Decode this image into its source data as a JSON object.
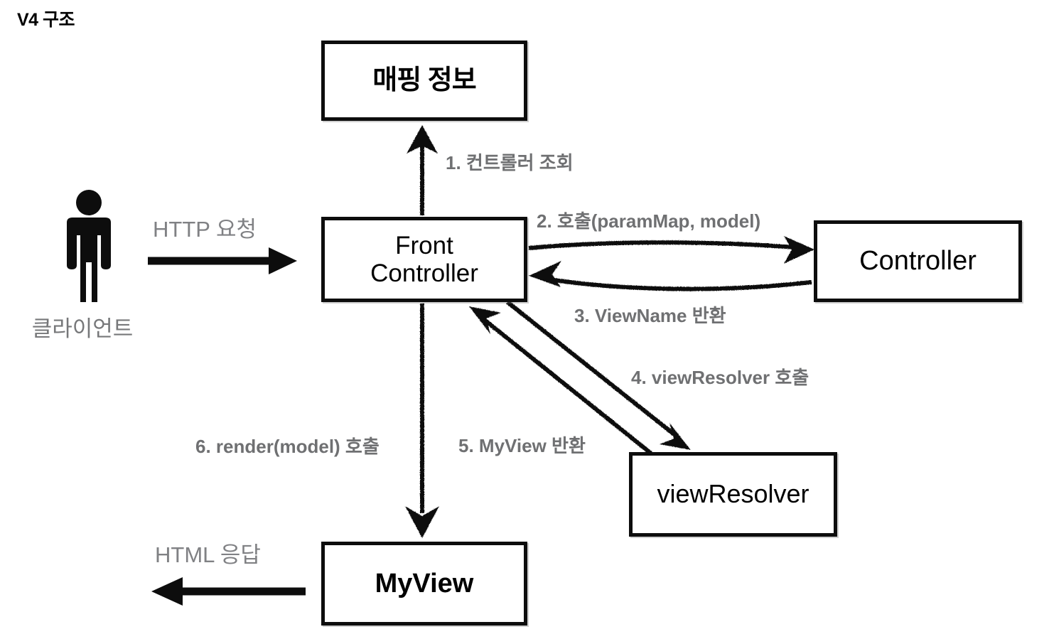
{
  "title": "V4 구조",
  "nodes": {
    "mapping": "매핑 정보",
    "front_controller": "Front\nController",
    "controller": "Controller",
    "view_resolver": "viewResolver",
    "my_view": "MyView"
  },
  "actor": {
    "label": "클라이언트",
    "icon": "person-icon"
  },
  "edges": {
    "http_request": "HTTP 요청",
    "step1": "1. 컨트롤러 조회",
    "step2": "2. 호출(paramMap, model)",
    "step3": "3. ViewName 반환",
    "step4": "4. viewResolver 호출",
    "step5": "5. MyView 반환",
    "step6": "6. render(model) 호출",
    "html_response": "HTML 응답"
  },
  "colors": {
    "ink": "#0d0d0d",
    "label_gray": "#6f7072",
    "plain_gray": "#808184",
    "background": "#ffffff"
  }
}
